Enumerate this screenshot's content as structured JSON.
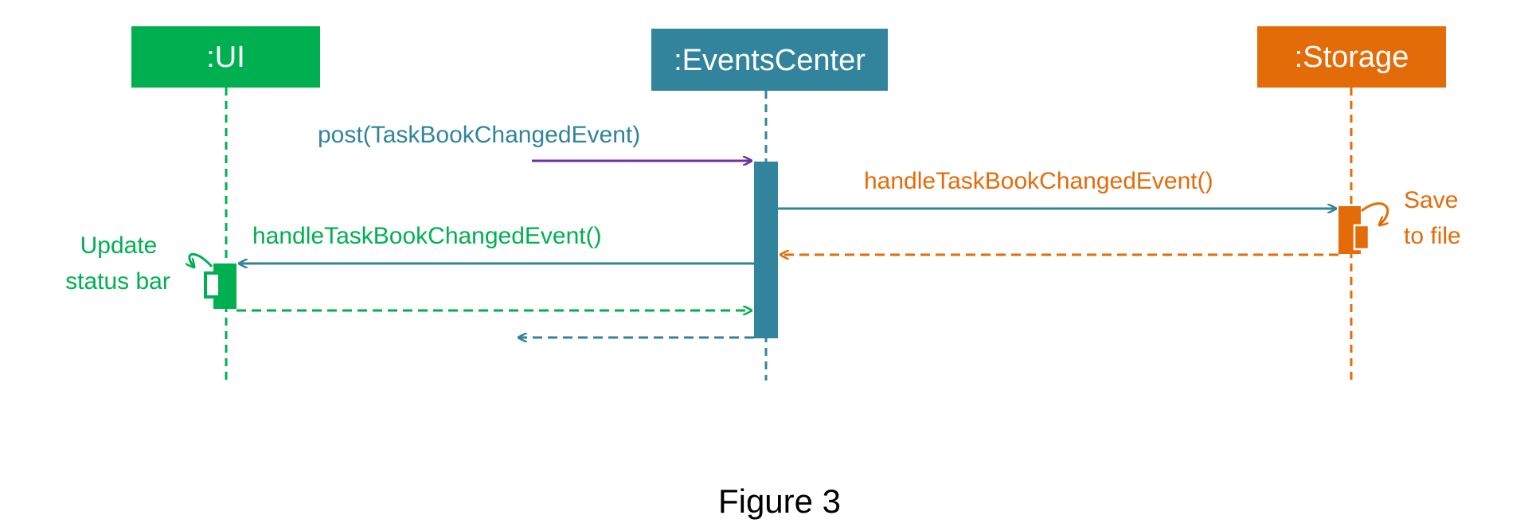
{
  "colors": {
    "ui": "#00b050",
    "events": "#31849b",
    "storage": "#e36c09",
    "post": "#7030a0",
    "text_dark": "#000000",
    "participant_text": "#ffffff"
  },
  "participants": {
    "ui": {
      "label": ":UI"
    },
    "events": {
      "label": ":EventsCenter"
    },
    "storage": {
      "label": ":Storage"
    }
  },
  "messages": {
    "post": {
      "label": "post(TaskBookChangedEvent)"
    },
    "to_storage": {
      "label": "handleTaskBookChangedEvent()"
    },
    "to_ui": {
      "label": "handleTaskBookChangedEvent()"
    }
  },
  "notes": {
    "ui_self": {
      "line1": "Update",
      "line2": "status bar"
    },
    "storage_self": {
      "line1": "Save",
      "line2": "to file"
    }
  },
  "caption": "Figure 3"
}
